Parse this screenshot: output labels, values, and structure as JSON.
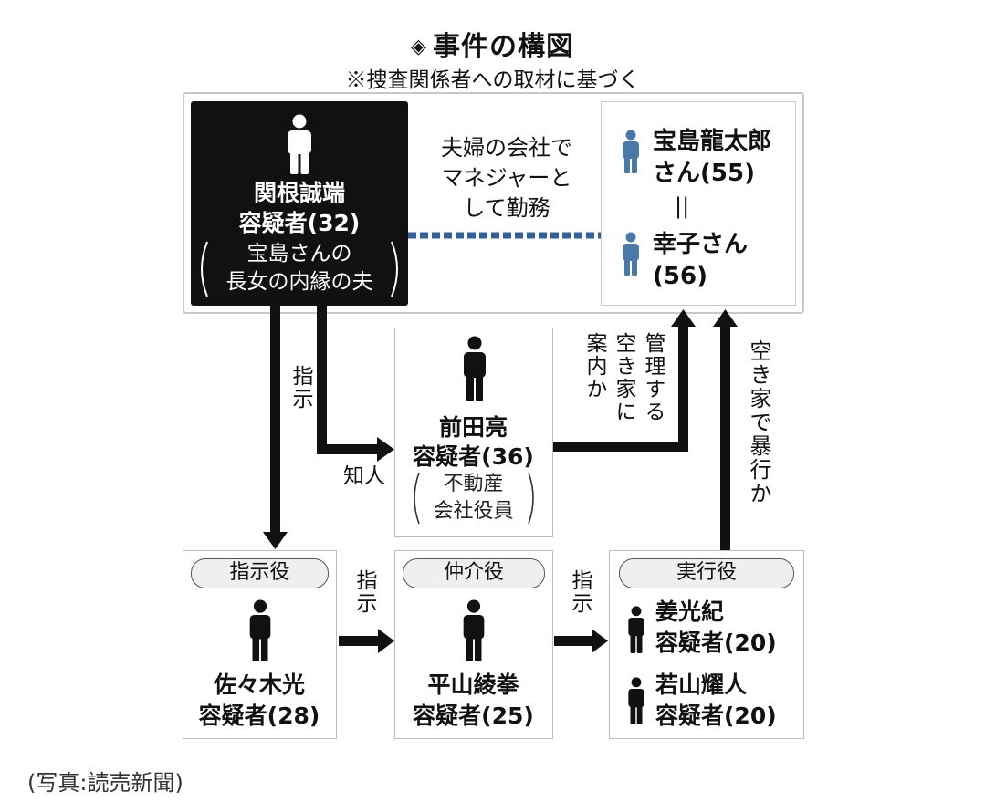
{
  "header": {
    "title": "事件の構図",
    "subtitle": "※捜査関係者への取材に基づく"
  },
  "icons": {
    "title_icon": "cube-icon",
    "person": "person-icon"
  },
  "colors": {
    "blue_person": "#4a78a8",
    "black": "#111111",
    "panel_border": "#c8c8c8"
  },
  "sekine": {
    "name": "関根誠端",
    "role": "容疑者(32)",
    "note_line1": "宝島さんの",
    "note_line2": "長女の内縁の夫"
  },
  "victims": {
    "husband_line1": "宝島龍太郎",
    "husband_line2": "さん(55)",
    "equals": "||",
    "wife_line1": "幸子さん",
    "wife_line2": "(56)"
  },
  "relation_manager": {
    "line1": "夫婦の会社で",
    "line2": "マネジャーと",
    "line3": "して勤務"
  },
  "maeda": {
    "name": "前田亮",
    "role": "容疑者(36)",
    "note_line1": "不動産",
    "note_line2": "会社役員"
  },
  "maeda_label": {
    "col1": "管理する",
    "col2": "空き家に",
    "col3": "案内か"
  },
  "violence_label": "空き家で暴行か",
  "labels": {
    "shiji_vertical": "指示",
    "chijin": "知人",
    "shiji_h1": "指示",
    "shiji_h2": "指示"
  },
  "director": {
    "tag": "指示役",
    "name": "佐々木光",
    "role": "容疑者(28)"
  },
  "mediator": {
    "tag": "仲介役",
    "name": "平山綾拳",
    "role": "容疑者(25)"
  },
  "executors": {
    "tag": "実行役",
    "person1_name": "姜光紀",
    "person1_role": "容疑者(20)",
    "person2_name": "若山耀人",
    "person2_role": "容疑者(20)"
  },
  "credit": "(写真:読売新聞)"
}
